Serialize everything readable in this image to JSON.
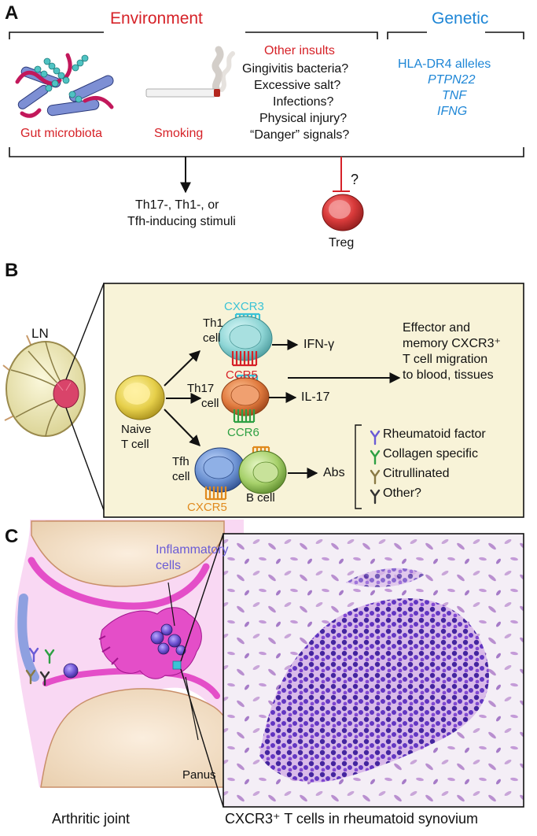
{
  "panelA": {
    "letter": "A",
    "environment_title": "Environment",
    "genetic_title": "Genetic",
    "gut_label": "Gut microbiota",
    "smoking_label": "Smoking",
    "other_insults_title": "Other insults",
    "other_insults": [
      "Gingivitis bacteria?",
      "Excessive salt?",
      "Infections?",
      "Physical injury?",
      "“Danger” signals?"
    ],
    "genetic_items": [
      "HLA-DR4 alleles",
      "PTPN22",
      "TNF",
      "IFNG"
    ],
    "stimuli_lines": [
      "Th17-, Th1-, or",
      "Tfh-inducing stimuli"
    ],
    "question_mark": "?",
    "treg_label": "Treg"
  },
  "panelB": {
    "letter": "B",
    "ln_label": "LN",
    "naive_lines": [
      "Naive",
      "T cell"
    ],
    "th1_lines": [
      "Th1",
      "cell"
    ],
    "th17_lines": [
      "Th17",
      "cell"
    ],
    "tfh_lines": [
      "Tfh",
      "cell"
    ],
    "bcell_label": "B cell",
    "cxcr3": "CXCR3",
    "ccr5": "CCR5",
    "ccr6": "CCR6",
    "cxcr5": "CXCR5",
    "ifn": "IFN-γ",
    "il17": "IL-17",
    "abs": "Abs",
    "effector_lines": [
      "Effector and",
      "memory CXCR3⁺",
      "T cell migration",
      "to blood, tissues"
    ],
    "antibodies": [
      "Rheumatoid factor",
      "Collagen specific",
      "Citrullinated",
      "Other?"
    ],
    "antibody_colors": [
      "#6a5bd6",
      "#2ea043",
      "#8a7a45",
      "#333333"
    ]
  },
  "panelC": {
    "letter": "C",
    "inflammatory_lines": [
      "Inflammatory",
      "cells"
    ],
    "panus_label": "Panus",
    "joint_label": "Arthritic joint",
    "synovium_label": "CXCR3⁺ T cells in rheumatoid synovium"
  },
  "colors": {
    "environment": "#d62228",
    "genetic": "#1e86d6",
    "panel_bg": "#f8f3d8",
    "cxcr3": "#3bc3d6",
    "ccr5": "#d62228",
    "ccr6": "#2ea043",
    "cxcr5": "#e08a1e",
    "joint_pink": "#e44ec8"
  }
}
